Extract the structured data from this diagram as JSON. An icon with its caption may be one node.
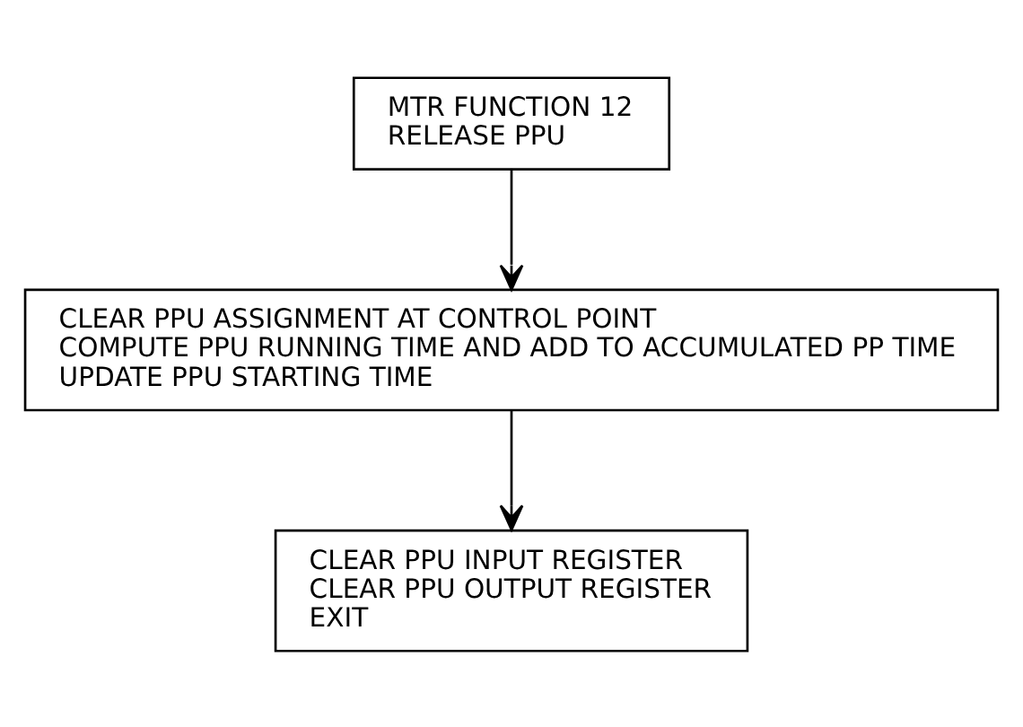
{
  "diagram": {
    "nodes": [
      {
        "text": [
          "MTR FUNCTION 12",
          "RELEASE PPU"
        ]
      },
      {
        "text": [
          "CLEAR PPU ASSIGNMENT AT CONTROL POINT",
          "COMPUTE PPU RUNNING TIME AND ADD TO ACCUMULATED PP TIME",
          "UPDATE PPU STARTING TIME"
        ]
      },
      {
        "text": [
          "CLEAR PPU INPUT REGISTER",
          "CLEAR PPU OUTPUT REGISTER",
          "EXIT"
        ]
      }
    ],
    "edges": [
      {
        "from": 0,
        "to": 1,
        "arrow": "to"
      },
      {
        "from": 1,
        "to": 2,
        "arrow": "to"
      }
    ]
  }
}
